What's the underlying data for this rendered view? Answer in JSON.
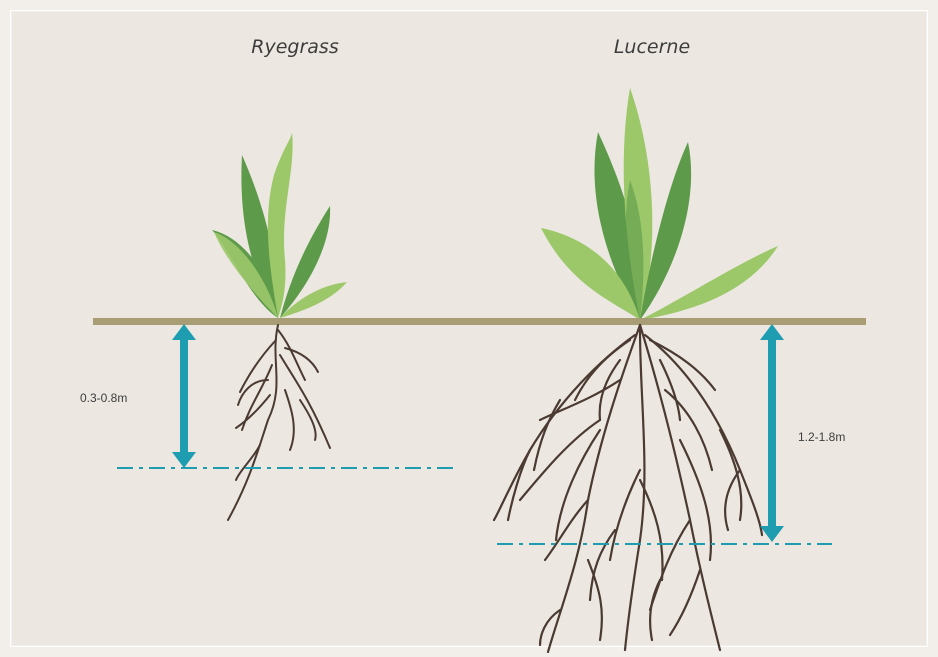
{
  "plants": [
    {
      "name": "Ryegrass",
      "root_depth_label": "0.3-0.8m"
    },
    {
      "name": "Lucerne",
      "root_depth_label": "1.2-1.8m"
    }
  ],
  "colors": {
    "background": "#ece8e1",
    "soil_line": "#a89d75",
    "leaf_dark": "#5d9a4a",
    "leaf_light": "#9cc86a",
    "root": "#4a3a32",
    "arrow": "#1e9cb0",
    "depth_line": "#1e9cb0"
  }
}
